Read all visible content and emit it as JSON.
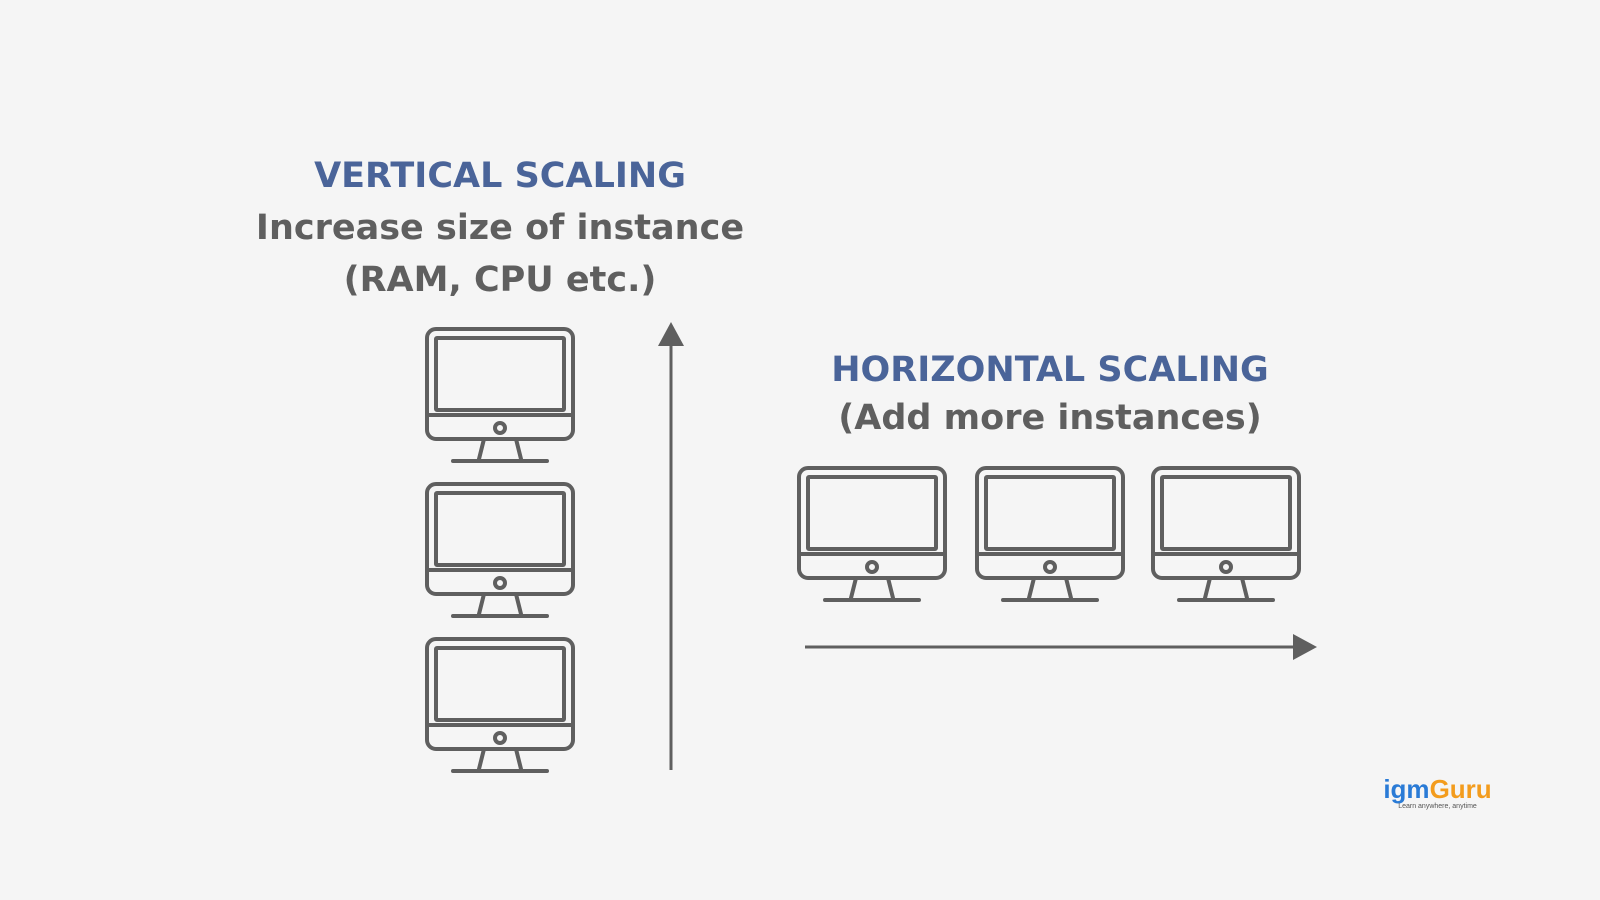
{
  "vertical": {
    "title": "VERTICAL SCALING",
    "line1": "Increase size of instance",
    "line2": "(RAM, CPU etc.)"
  },
  "horizontal": {
    "title": "HORIZONTAL SCALING",
    "line1": "(Add more instances)"
  },
  "icons": {
    "monitor": "desktop-monitor-icon",
    "arrow_up": "arrow-up-icon",
    "arrow_right": "arrow-right-icon"
  },
  "colors": {
    "title": "#4a6499",
    "text": "#5f5f5f",
    "stroke": "#5f5f5f",
    "background": "#f5f5f5"
  },
  "logo": {
    "part1": "igm",
    "part2": "Guru",
    "tagline": "Learn anywhere, anytime"
  }
}
